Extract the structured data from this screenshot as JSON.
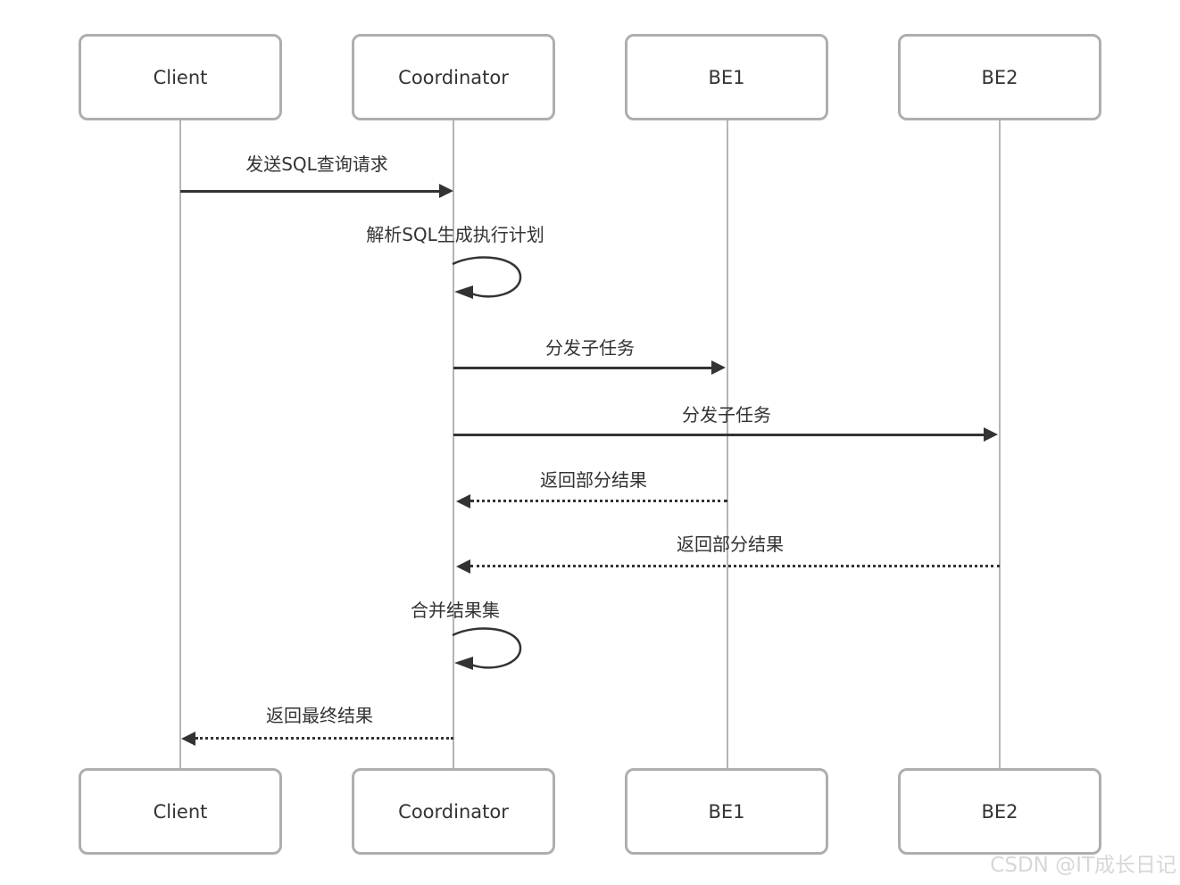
{
  "diagram": {
    "type": "sequence-diagram",
    "actors": [
      {
        "name": "Client"
      },
      {
        "name": "Coordinator"
      },
      {
        "name": "BE1"
      },
      {
        "name": "BE2"
      }
    ],
    "messages": [
      {
        "label": "发送SQL查询请求",
        "from": "Client",
        "to": "Coordinator",
        "style": "solid-arrow"
      },
      {
        "label": "解析SQL生成执行计划",
        "from": "Coordinator",
        "to": "Coordinator",
        "style": "self-loop"
      },
      {
        "label": "分发子任务",
        "from": "Coordinator",
        "to": "BE1",
        "style": "solid-arrow"
      },
      {
        "label": "分发子任务",
        "from": "Coordinator",
        "to": "BE2",
        "style": "solid-arrow"
      },
      {
        "label": "返回部分结果",
        "from": "BE1",
        "to": "Coordinator",
        "style": "dotted-arrow"
      },
      {
        "label": "返回部分结果",
        "from": "BE2",
        "to": "Coordinator",
        "style": "dotted-arrow"
      },
      {
        "label": "合并结果集",
        "from": "Coordinator",
        "to": "Coordinator",
        "style": "self-loop"
      },
      {
        "label": "返回最终结果",
        "from": "Coordinator",
        "to": "Client",
        "style": "dotted-arrow"
      }
    ],
    "watermark": "CSDN @IT成长日记",
    "colors": {
      "box_border": "#aeaeae",
      "lifeline": "#b5b5b5",
      "arrow": "#333333",
      "text": "#333333",
      "watermark": "#d7d7d7"
    }
  }
}
